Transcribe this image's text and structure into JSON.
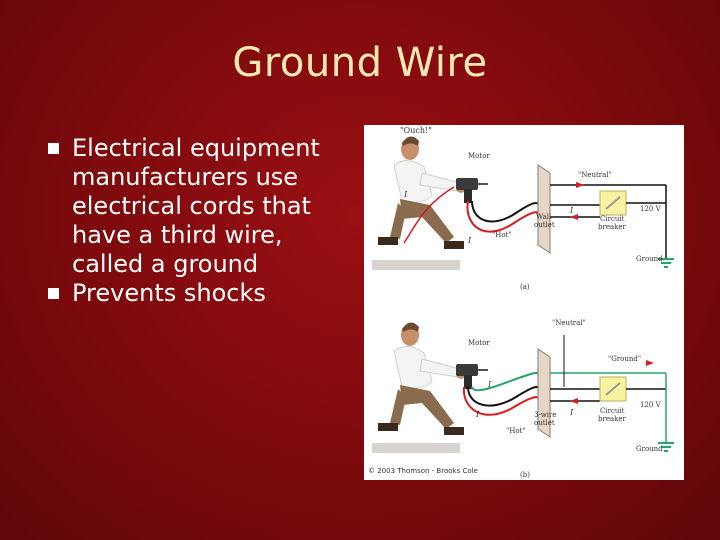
{
  "slide": {
    "title": "Ground Wire",
    "bullets": [
      "Electrical equipment manufacturers use electrical cords that have a third wire, called a ground",
      "Prevents shocks"
    ]
  },
  "figure": {
    "panel_a": {
      "ouch": "\"Ouch!\"",
      "motor": "Motor",
      "neutral": "\"Neutral\"",
      "hot": "\"Hot\"",
      "current": "I",
      "wall_outlet": [
        "Wall",
        "outlet"
      ],
      "circuit_breaker": [
        "Circuit",
        "breaker"
      ],
      "voltage": "120 V",
      "ground": "Ground",
      "label": "(a)"
    },
    "panel_b": {
      "neutral": "\"Neutral\"",
      "motor": "Motor",
      "ground_wire": "\"Ground\"",
      "hot": "\"Hot\"",
      "current": "I",
      "outlet": [
        "3-wire",
        "outlet"
      ],
      "circuit_breaker": [
        "Circuit",
        "breaker"
      ],
      "voltage": "120 V",
      "ground": "Ground",
      "label": "(b)"
    },
    "copyright": "© 2003 Thomson - Brooks Cole"
  },
  "colors": {
    "title": "#fde9b4",
    "background": "#8a0c0f",
    "hot_wire": "#d81b1b",
    "ground_wire": "#2aa36a",
    "breaker": "#f7f3a0"
  }
}
